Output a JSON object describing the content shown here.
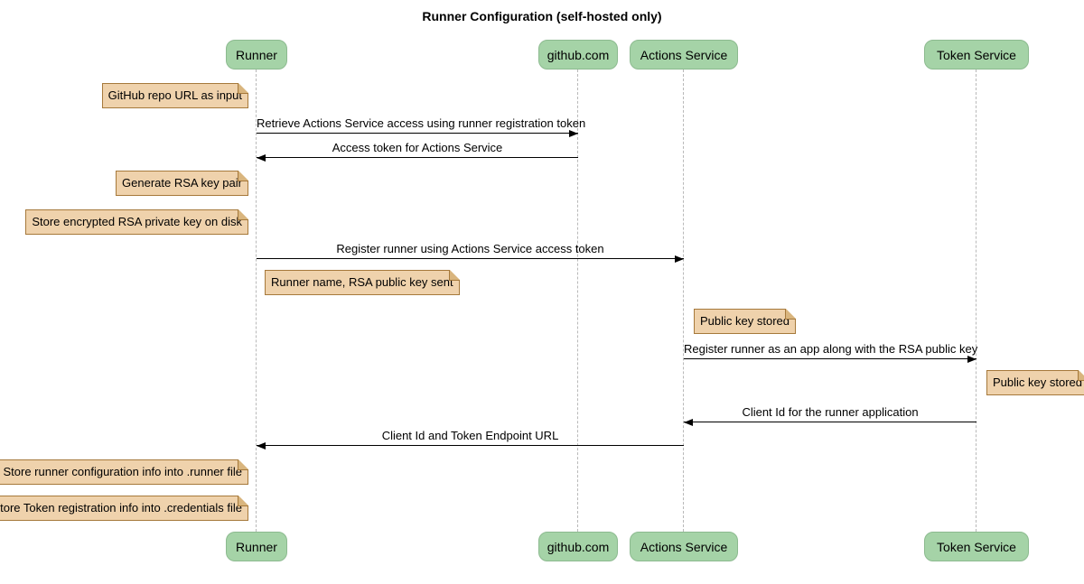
{
  "title": "Runner Configuration (self-hosted only)",
  "diagram_type": "sequence",
  "colors": {
    "participant_fill": "#a5d3a7",
    "participant_border": "#8cba8f",
    "note_fill": "#efd2ac",
    "note_border": "#a6793b",
    "lifeline": "#b9b9b9",
    "arrow": "#000000",
    "background": "#ffffff"
  },
  "participants": [
    {
      "name": "Runner"
    },
    {
      "name": "github.com"
    },
    {
      "name": "Actions Service"
    },
    {
      "name": "Token Service"
    }
  ],
  "messages": [
    {
      "label": "Retrieve Actions Service access using runner registration token",
      "from": "Runner",
      "to": "github.com"
    },
    {
      "label": "Access token for Actions Service",
      "from": "github.com",
      "to": "Runner"
    },
    {
      "label": "Register runner using Actions Service access token",
      "from": "Runner",
      "to": "Actions Service"
    },
    {
      "label": "Register runner as an app along with the RSA public key",
      "from": "Actions Service",
      "to": "Token Service"
    },
    {
      "label": "Client Id for the runner application",
      "from": "Token Service",
      "to": "Actions Service"
    },
    {
      "label": "Client Id and Token Endpoint URL",
      "from": "Actions Service",
      "to": "Runner"
    }
  ],
  "notes": [
    {
      "text": "GitHub repo URL as input",
      "position": "left of Runner"
    },
    {
      "text": "Generate RSA key pair",
      "position": "left of Runner"
    },
    {
      "text": "Store encrypted RSA private key on disk",
      "position": "left of Runner"
    },
    {
      "text": "Runner name, RSA public key sent",
      "position": "right of Runner"
    },
    {
      "text": "Public key stored",
      "position": "right of Actions Service"
    },
    {
      "text": "Public key stored",
      "position": "right of Token Service"
    },
    {
      "text": "Store runner configuration info into .runner file",
      "position": "left of Runner"
    },
    {
      "text": "Store Token registration info into .credentials file",
      "position": "left of Runner"
    }
  ]
}
